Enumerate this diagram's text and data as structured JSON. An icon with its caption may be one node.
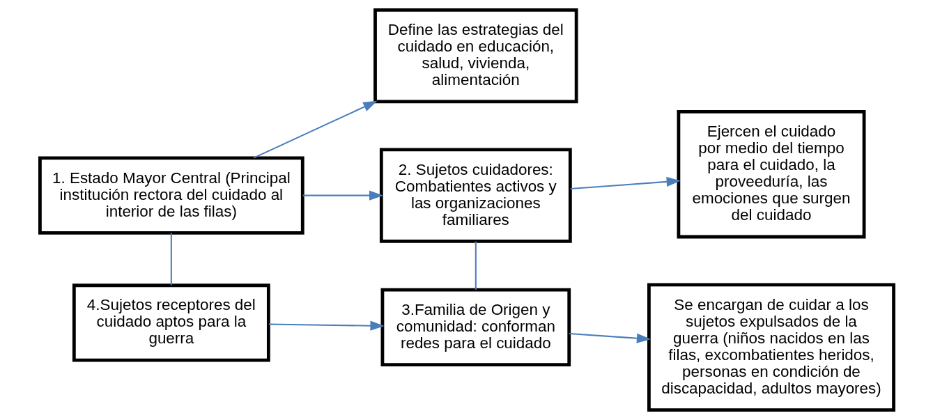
{
  "diagram": {
    "nodes": [
      {
        "text": [
          "Define las estrategias del cuidado en educación, salud, vivienda, alimentación"
        ]
      },
      {
        "text": [
          "1. Estado Mayor Central (Principal institución rectora del cuidado al interior de las filas)"
        ]
      },
      {
        "text": [
          "2. Sujetos cuidadores: Combatientes activos y las organizaciones familiares"
        ]
      },
      {
        "text": [
          "Ejercen el cuidado por medio del tiempo para el cuidado, la proveeduría, las emociones que surgen del cuidado"
        ]
      },
      {
        "text": [
          "Se encargan de cuidar a los sujetos expulsados de la guerra (niños nacidos en las filas, excombatientes heridos, personas en condición de discapacidad, adultos mayores)"
        ]
      },
      {
        "text": [
          "3.Familia de Origen y comunidad: conforman redes para el cuidado"
        ]
      },
      {
        "text": [
          "4.Sujetos receptores del cuidado aptos para la guerra"
        ]
      }
    ],
    "edges": [
      {
        "from": 1,
        "to": 0,
        "arrow": "to"
      },
      {
        "from": 1,
        "to": 2,
        "arrow": "to"
      },
      {
        "from": 2,
        "to": 3,
        "arrow": "to"
      },
      {
        "from": 2,
        "to": 5,
        "arrow": "none"
      },
      {
        "from": 5,
        "to": 4,
        "arrow": "to"
      },
      {
        "from": 6,
        "to": 5,
        "arrow": "to"
      },
      {
        "from": 1,
        "to": 6,
        "arrow": "none"
      }
    ]
  }
}
